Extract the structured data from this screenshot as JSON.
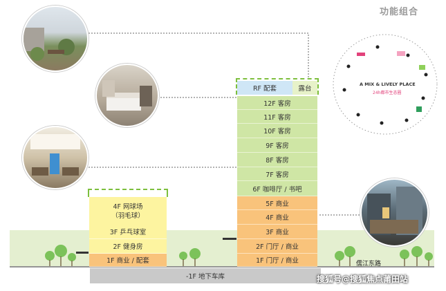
{
  "title": "功能组合",
  "tower": {
    "roof_left": "RF  配套",
    "roof_right": "露台",
    "floors": [
      "12F  客房",
      "11F  客房",
      "10F  客房",
      "9F  客房",
      "8F  客房",
      "7F  客房",
      "6F  咖啡厅 / 书吧",
      "5F  商业",
      "4F  商业",
      "3F  商业",
      "2F  门厅 / 商业",
      "1F  门厅 / 商业"
    ]
  },
  "podium": {
    "floor4": "4F  网球场",
    "floor4_sub": "（羽毛球）",
    "floors": [
      "3F  乒乓球室",
      "2F  健身房",
      "1F  商业 / 配套"
    ]
  },
  "basement": "-1F   地下车库",
  "road": "儒江东路",
  "mix": {
    "title": "A MIX & LIVELY PLACE",
    "subtitle": "24h都市生态圈"
  },
  "watermark": "搜狐号@搜狐焦点莆田站",
  "colors": {
    "roof": "#cfe6f6",
    "guest": "#cfe6a5",
    "commercial": "#f9c37b",
    "podium": "#fdf4a0",
    "dash": "#7dbf3d"
  }
}
